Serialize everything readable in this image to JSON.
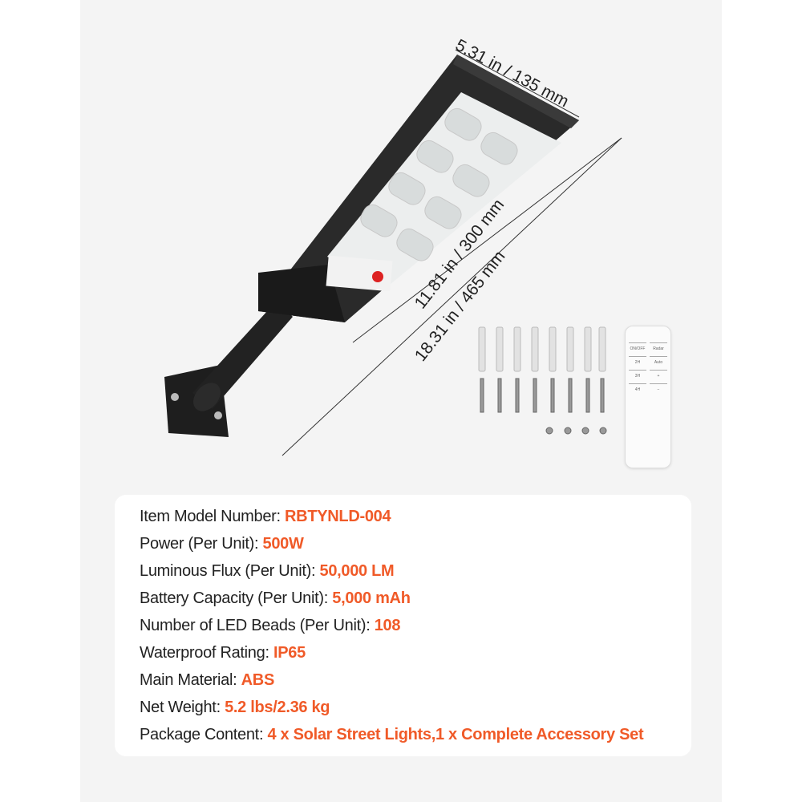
{
  "dimensions": {
    "width": "5.31 in / 135 mm",
    "light_length": "11.81 in / 300 mm",
    "total_length": "18.31 in / 465 mm"
  },
  "remote": {
    "buttons": [
      "ON/OFF",
      "Radar",
      "2H",
      "Auto",
      "3H",
      "+",
      "4H",
      "−"
    ]
  },
  "specs": [
    {
      "label": "Item Model Number: ",
      "value": "RBTYNLD-004"
    },
    {
      "label": "Power (Per Unit): ",
      "value": "500W"
    },
    {
      "label": "Luminous Flux (Per Unit): ",
      "value": "50,000 LM"
    },
    {
      "label": "Battery Capacity (Per Unit): ",
      "value": "5,000 mAh"
    },
    {
      "label": "Number of LED Beads (Per Unit): ",
      "value": "108"
    },
    {
      "label": "Waterproof Rating: ",
      "value": "IP65"
    },
    {
      "label": "Main Material: ",
      "value": "ABS"
    },
    {
      "label": "Net Weight: ",
      "value": "5.2 lbs/2.36 kg"
    },
    {
      "label": "Package Content: ",
      "value": "4 x Solar Street Lights,1 x Complete Accessory Set"
    }
  ],
  "colors": {
    "accent": "#f05a28",
    "background": "#f4f4f4",
    "text": "#222222"
  }
}
